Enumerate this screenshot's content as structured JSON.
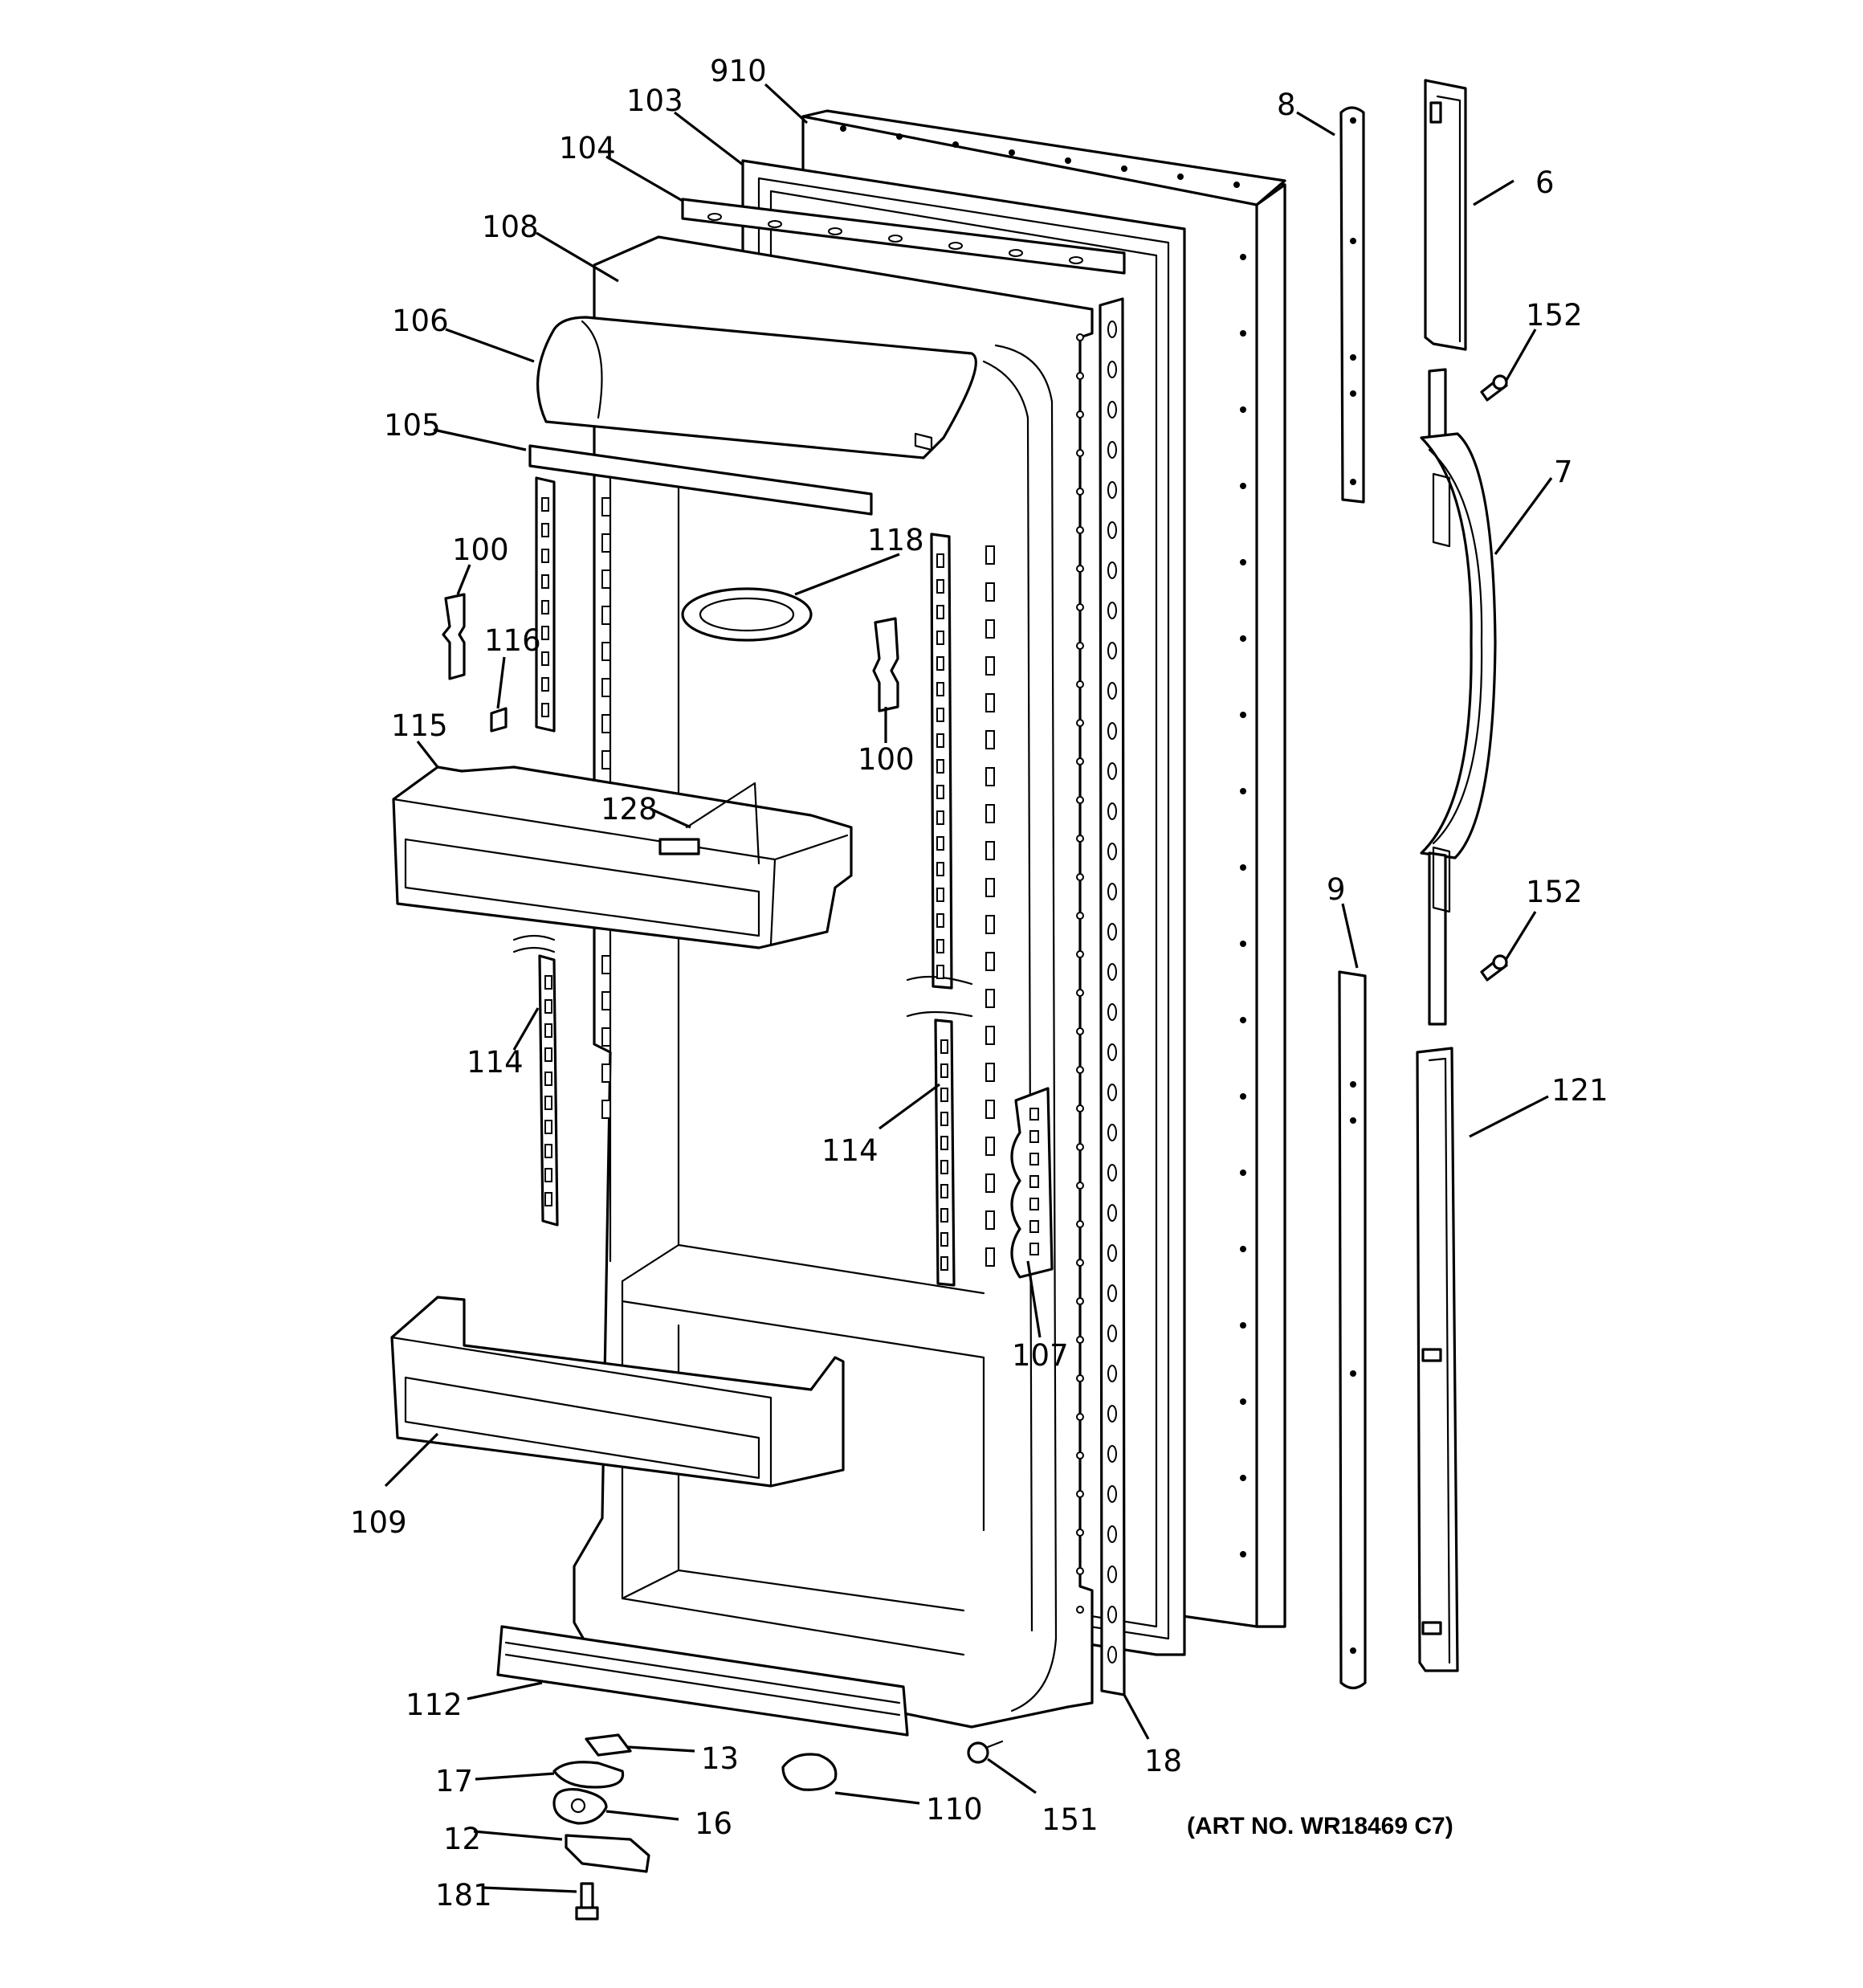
{
  "diagram": {
    "art_number": "(ART NO. WR18469 C7)",
    "callouts": {
      "c910": "910",
      "c103": "103",
      "c104": "104",
      "c108": "108",
      "c106": "106",
      "c105": "105",
      "c100a": "100",
      "c116": "116",
      "c118": "118",
      "c100b": "100",
      "c115": "115",
      "c128": "128",
      "c114a": "114",
      "c114b": "114",
      "c107": "107",
      "c109": "109",
      "c112": "112",
      "c13": "13",
      "c17": "17",
      "c16": "16",
      "c12": "12",
      "c181": "181",
      "c110": "110",
      "c151": "151",
      "c18": "18",
      "c8": "8",
      "c6": "6",
      "c152a": "152",
      "c7": "7",
      "c152b": "152",
      "c9": "9",
      "c121": "121"
    }
  }
}
